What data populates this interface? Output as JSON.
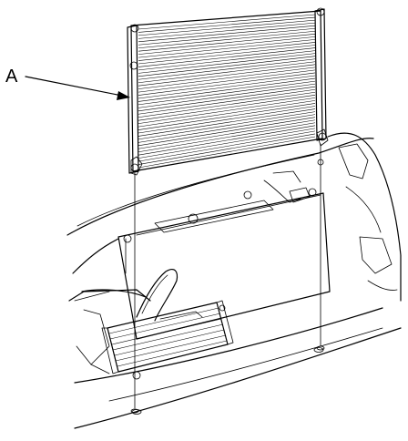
{
  "diagram": {
    "callouts": [
      {
        "id": "A",
        "label": "A",
        "target": "condenser"
      }
    ],
    "colors": {
      "line": "#000000",
      "background": "#ffffff"
    }
  }
}
